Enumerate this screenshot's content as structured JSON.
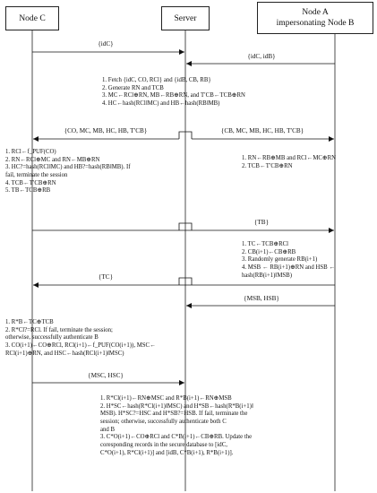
{
  "participants": {
    "node_c": "Node C",
    "server": "Server",
    "node_a_line1": "Node A",
    "node_a_line2": "impersonating Node B"
  },
  "messages": {
    "m1": "{idC}",
    "m2": "{idC, idB}",
    "m3_left": "{CO, MC, MB, HC, HB, T′CB}",
    "m3_right": "{CB, MC, MB, HC, HB, T′CB}",
    "m4": "{TB}",
    "m5": "{TC}",
    "m6": "{MSB, HSB}",
    "m7": "{MSC, HSC}"
  },
  "server_steps_1": [
    "1. Fetch {idC, CO, RCl} and {idB, CB, RB}",
    "2. Generate RN and TCB",
    "3. MC←RCl⊕RN, MB←RB⊕RN, and T′CB←TCB⊕RN",
    "4. HC←hash(RCl‖MC) and HB←hash(RB‖MB)"
  ],
  "node_c_steps_1": [
    "1. RCl←f_PUF(CO)",
    "2. RN←RCl⊕MC and RN←MB⊕RN",
    "3. HC?=hash(RCl‖MC) and HB?=hash(RB‖MB). If",
    "fail, terminate the session",
    "4. TCB←T′CB⊕RN",
    "5. TB←TCB⊕RB"
  ],
  "node_a_steps_1": [
    "1. RN←RB⊕MB and RCl←MC⊕RN",
    "2. TCB←T′CB⊕RN"
  ],
  "node_a_steps_2": [
    "1. TC←TCB⊕RCl",
    "2. CB(i+1)←CB⊕RB",
    "3. Randomly generate RB(i+1)",
    "4. MSB ← RB(i+1)⊕RN and HSB ←",
    "hash(RB(i+1)‖MSB)"
  ],
  "node_c_steps_2": [
    "1. R*B←TC⊕TCB",
    "2. R*Cl?=RCl. If fail, terminate the session;",
    "otherwise, successfully authenticate B",
    "3. CO(i+1)←CO⊕RCl, RCl(i+1)←f_PUF(CO(i+1)), MSC←",
    "RCl(i+1)⊕RN, and HSC←hash(RCl(i+1)‖MSC)"
  ],
  "server_steps_2": [
    "1. R*Cl(i+1)←RN⊕MSC and R*B(i+1)←RN⊕MSB",
    "2. H*SC←hash(R*Cl(i+1)‖MSC) and H*SB←hash(R*B(i+1)‖",
    "MSB). H*SC?=HSC and H*SB?=HSB. If fail, terminate the",
    "session; otherwise, successfully authenticate both C",
    "and B",
    "3. C*O(i+1)←CO⊕RCl and C*B(i+1)←CB⊕RB. Update the",
    "coresponding records in the secure database to [idC,",
    "C*O(i+1), R*Cl(i+1)] and [idB, C*B(i+1), R*B(i+1)]."
  ]
}
